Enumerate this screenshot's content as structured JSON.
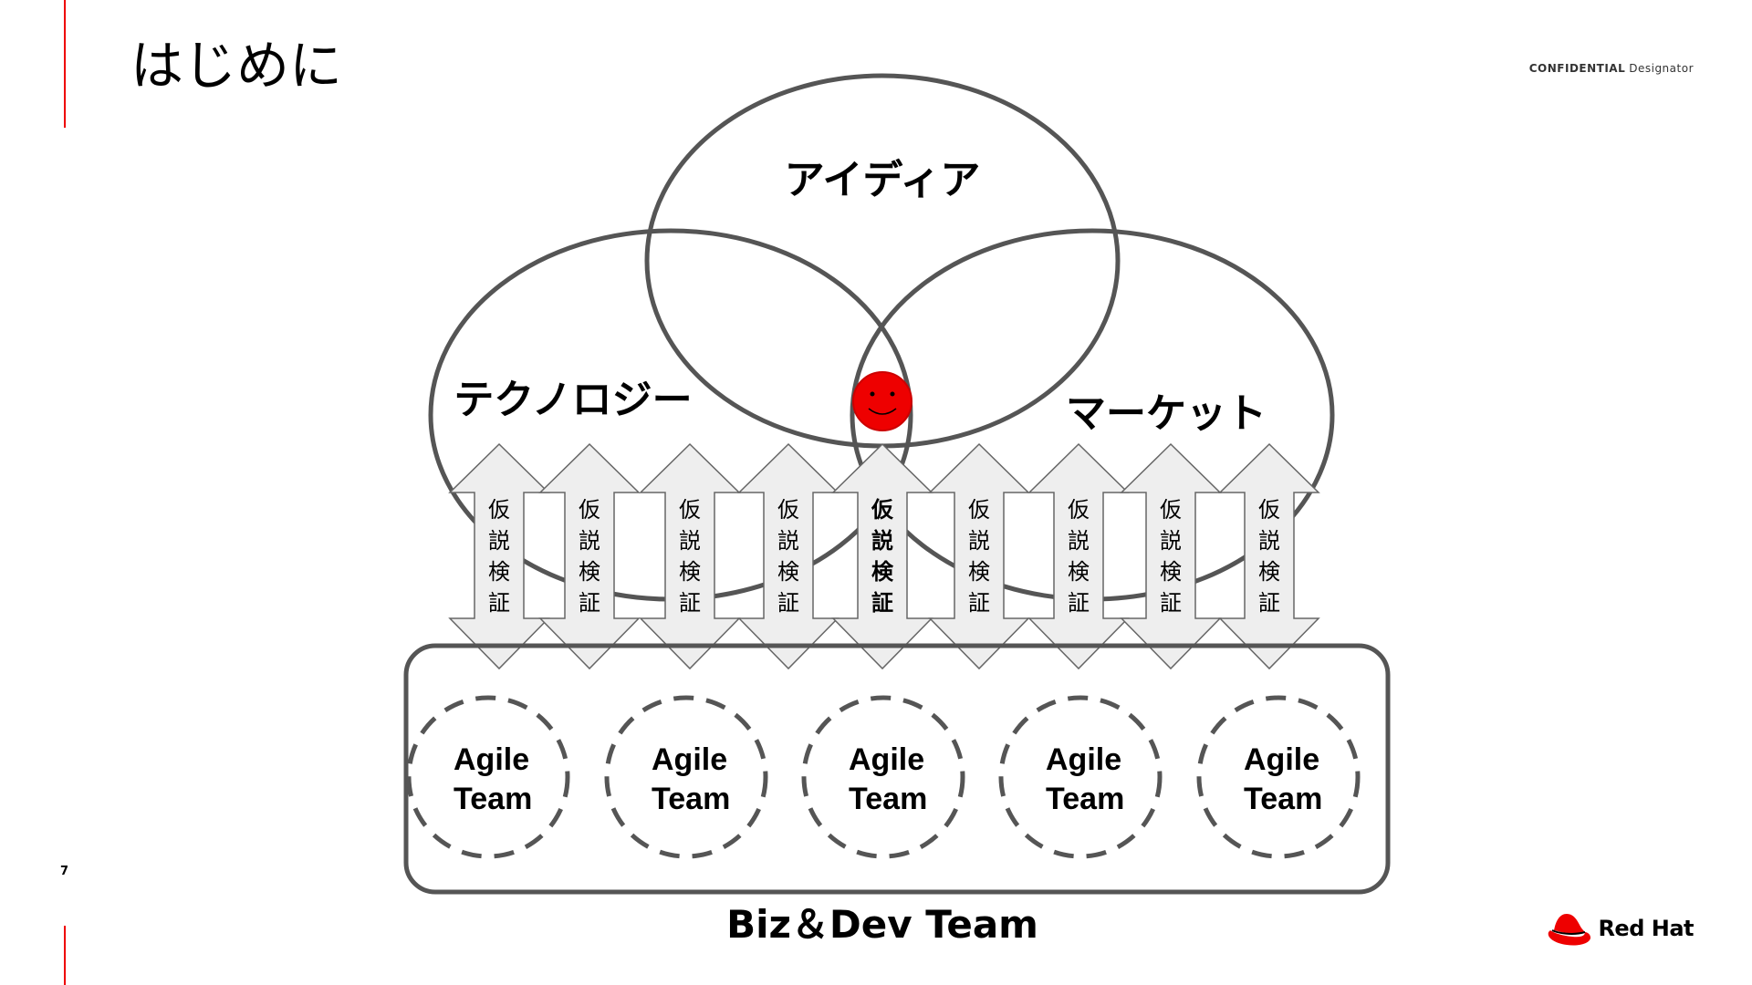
{
  "slide": {
    "title": "はじめに",
    "confidential_label": "CONFIDENTIAL",
    "designator_label": "Designator",
    "page_number": "7",
    "brand_name": "Red Hat"
  },
  "colors": {
    "accent": "#ee0000",
    "stroke": "#555555",
    "arrow_fill": "#eeeeee",
    "smiley": "#ee0000"
  },
  "diagram": {
    "circles": [
      {
        "name": "idea",
        "label": "アイディア"
      },
      {
        "name": "technology",
        "label": "テクノロジー"
      },
      {
        "name": "market",
        "label": "マーケット"
      }
    ],
    "center_icon": "smiley-face-icon",
    "arrow_label": "仮説検証",
    "arrow_count": 9,
    "highlighted_arrow_index": 4,
    "agile_teams": [
      {
        "line1": "Agile",
        "line2": "Team"
      },
      {
        "line1": "Agile",
        "line2": "Team"
      },
      {
        "line1": "Agile",
        "line2": "Team"
      },
      {
        "line1": "Agile",
        "line2": "Team"
      },
      {
        "line1": "Agile",
        "line2": "Team"
      }
    ],
    "container_label": "Biz＆Dev Team"
  }
}
